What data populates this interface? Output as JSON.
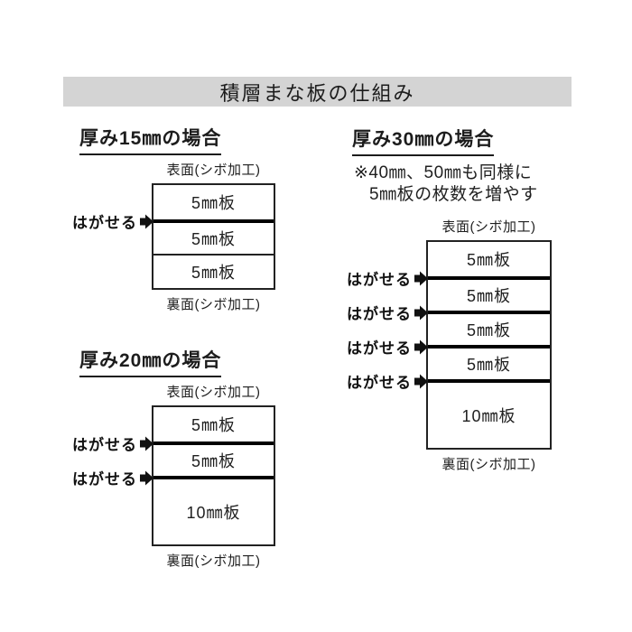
{
  "page": {
    "title": "積層まな板の仕組み"
  },
  "labels": {
    "surface": "表面(シボ加工)",
    "back": "裏面(シボ加工)",
    "peel": "はがせる"
  },
  "sections": [
    {
      "id": "t15",
      "title": "厚み15㎜の場合",
      "layers": [
        {
          "label": "5㎜板",
          "mm": 5,
          "peel_above": false
        },
        {
          "label": "5㎜板",
          "mm": 5,
          "peel_above": true
        },
        {
          "label": "5㎜板",
          "mm": 5,
          "peel_above": false
        }
      ]
    },
    {
      "id": "t20",
      "title": "厚み20㎜の場合",
      "layers": [
        {
          "label": "5㎜板",
          "mm": 5,
          "peel_above": false
        },
        {
          "label": "5㎜板",
          "mm": 5,
          "peel_above": true
        },
        {
          "label": "10㎜板",
          "mm": 10,
          "peel_above": true
        }
      ]
    },
    {
      "id": "t30",
      "title": "厚み30㎜の場合",
      "note_lines": [
        "※40㎜、50㎜も同様に",
        "5㎜板の枚数を増やす"
      ],
      "layers": [
        {
          "label": "5㎜板",
          "mm": 5,
          "peel_above": false
        },
        {
          "label": "5㎜板",
          "mm": 5,
          "peel_above": true
        },
        {
          "label": "5㎜板",
          "mm": 5,
          "peel_above": true
        },
        {
          "label": "5㎜板",
          "mm": 5,
          "peel_above": true
        },
        {
          "label": "10㎜板",
          "mm": 10,
          "peel_above": true
        }
      ]
    }
  ],
  "colors": {
    "header_bg": "#d4d4d4",
    "ink": "#1f1f1f",
    "box_border": "#222222",
    "peel_seam": "#000000"
  }
}
